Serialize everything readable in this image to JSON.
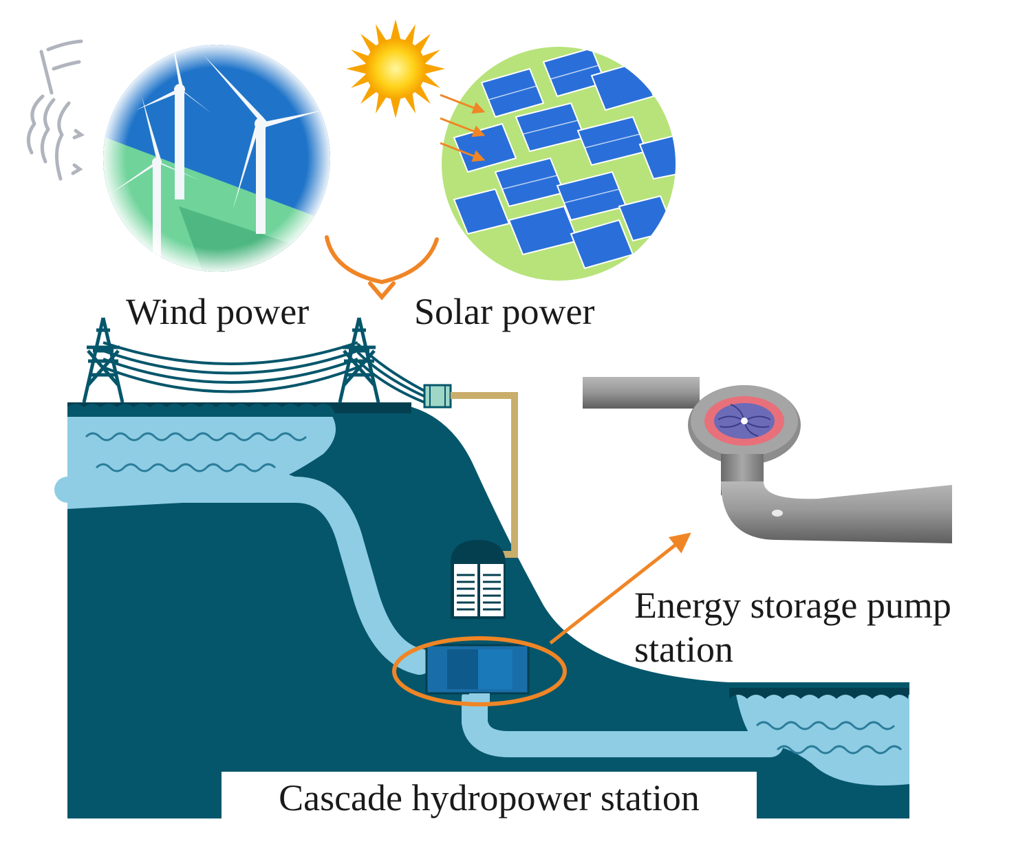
{
  "labels": {
    "wind_power": "Wind power",
    "solar_power": "Solar power",
    "pump_station": "Energy storage pump station",
    "cascade_station": "Cascade hydropower station"
  },
  "colors": {
    "mountain": "#05566b",
    "mountain_dark": "#043f50",
    "water": "#8fcde4",
    "water_wave": "#2b7d9a",
    "orange_accent": "#f08526",
    "sky_blue": "#1f74c9",
    "grass_green": "#6fd39a",
    "solar_ground": "#b7e37a",
    "panel_blue": "#2a6fd9",
    "pipe_gray": "#8c8c8c",
    "cable_tan": "#c9ad6a",
    "runner_pink": "#e8707a",
    "runner_blue": "#6b6bb8"
  },
  "icons": [
    "wind-turbine-icon",
    "sun-icon",
    "solar-panel-icon",
    "transmission-tower-icon",
    "powerhouse-icon",
    "pump-turbine-icon"
  ]
}
